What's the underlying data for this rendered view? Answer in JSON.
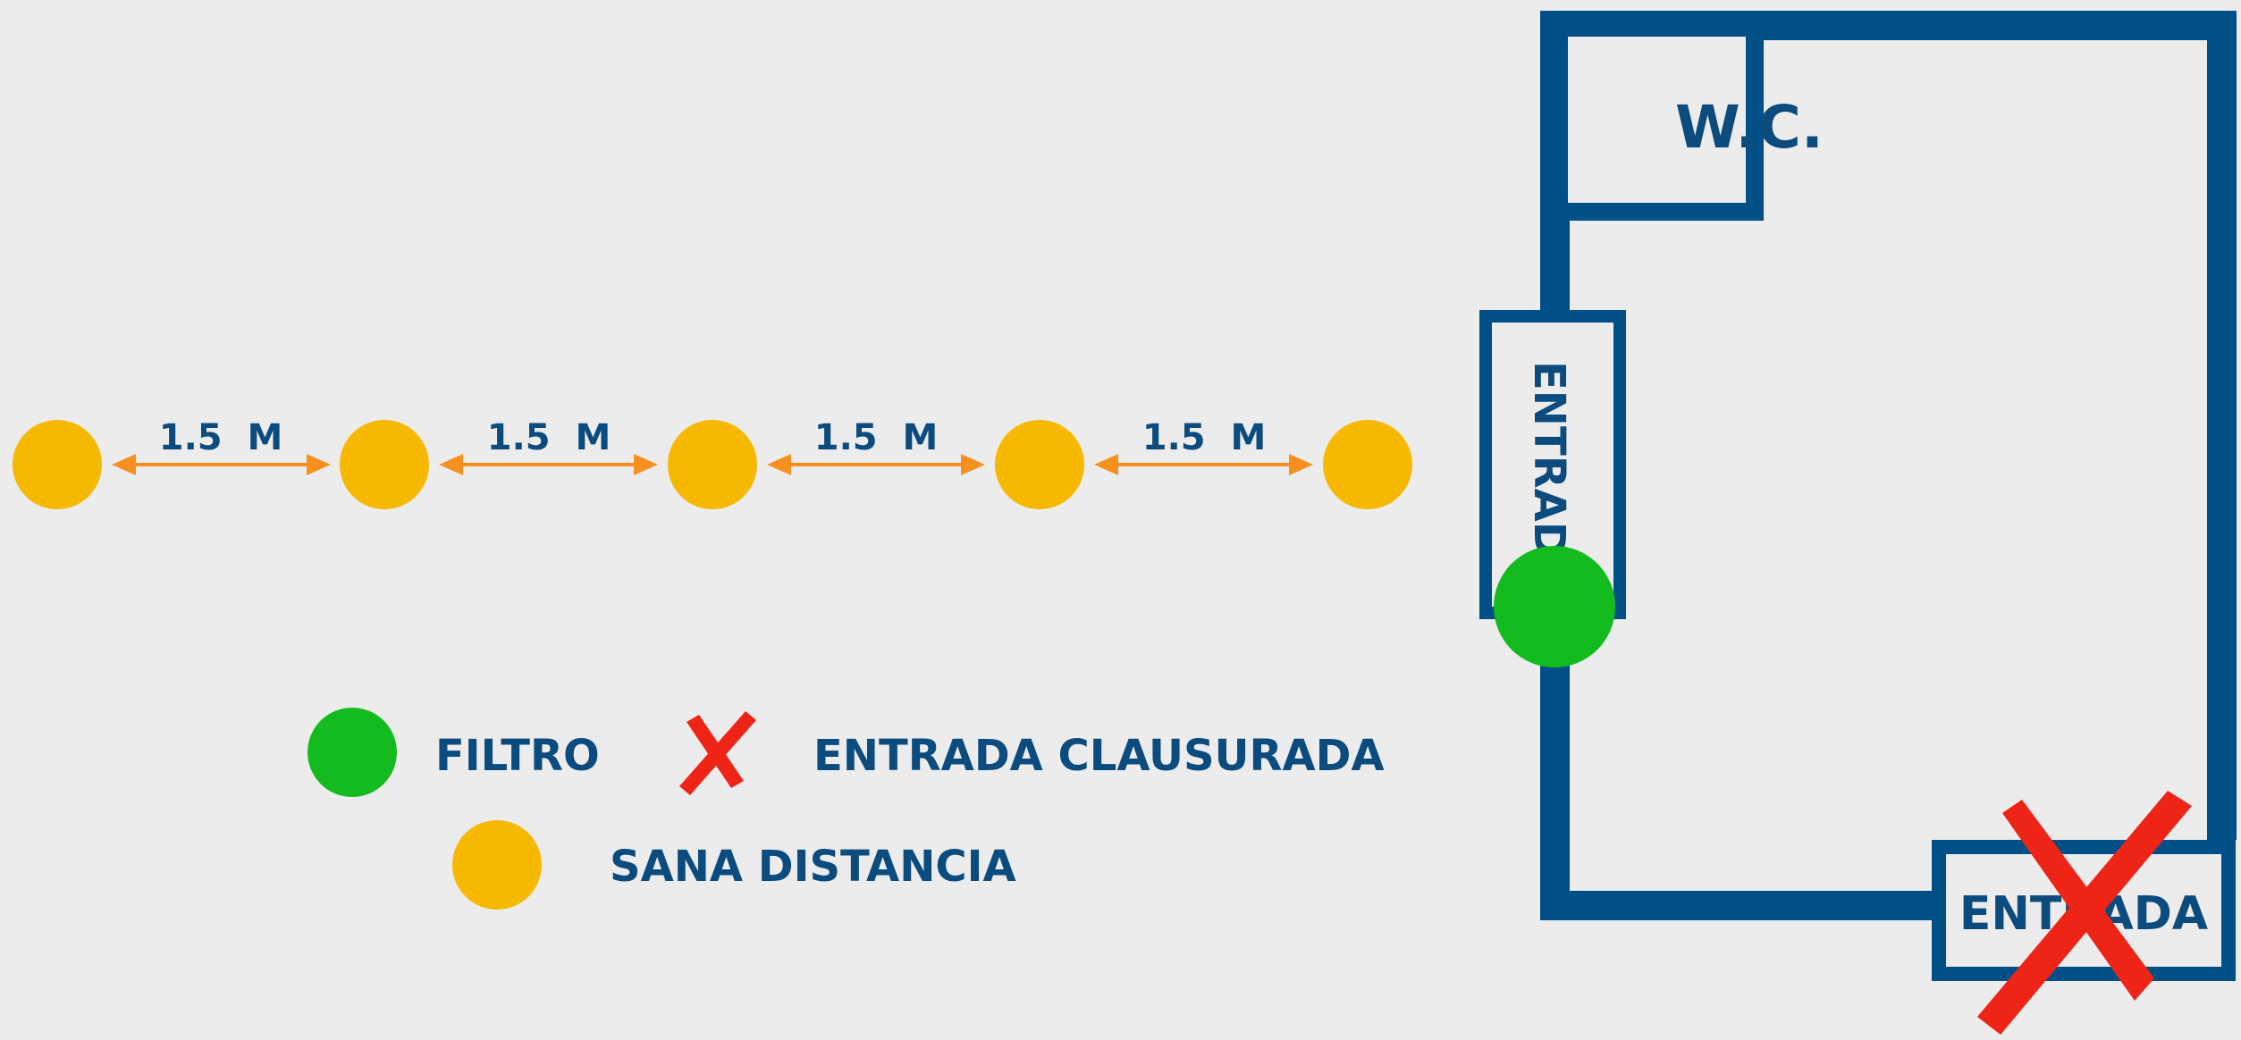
{
  "colors": {
    "background": "#ececec",
    "wall": "#004f86",
    "distance_dot": "#f7b800",
    "filter_dot": "#13bb1f",
    "arrow": "#f7901e",
    "cross": "#ee2417",
    "label_text": "#0b4b7d"
  },
  "spacing": {
    "label": "1.5  M",
    "gaps": [
      {
        "label": "1.5  M"
      },
      {
        "label": "1.5  M"
      },
      {
        "label": "1.5  M"
      },
      {
        "label": "1.5  M"
      }
    ]
  },
  "floorplan": {
    "wc_label": "W.C.",
    "side_entrance_label": "ENTRADA",
    "bottom_entrance_label": "ENTRADA"
  },
  "legend": {
    "filter": {
      "label": "FILTRO",
      "icon": "green-dot"
    },
    "closed_entrance": {
      "label": "ENTRADA CLAUSURADA",
      "icon": "red-cross"
    },
    "distance": {
      "label": "SANA DISTANCIA",
      "icon": "yellow-dot"
    }
  }
}
